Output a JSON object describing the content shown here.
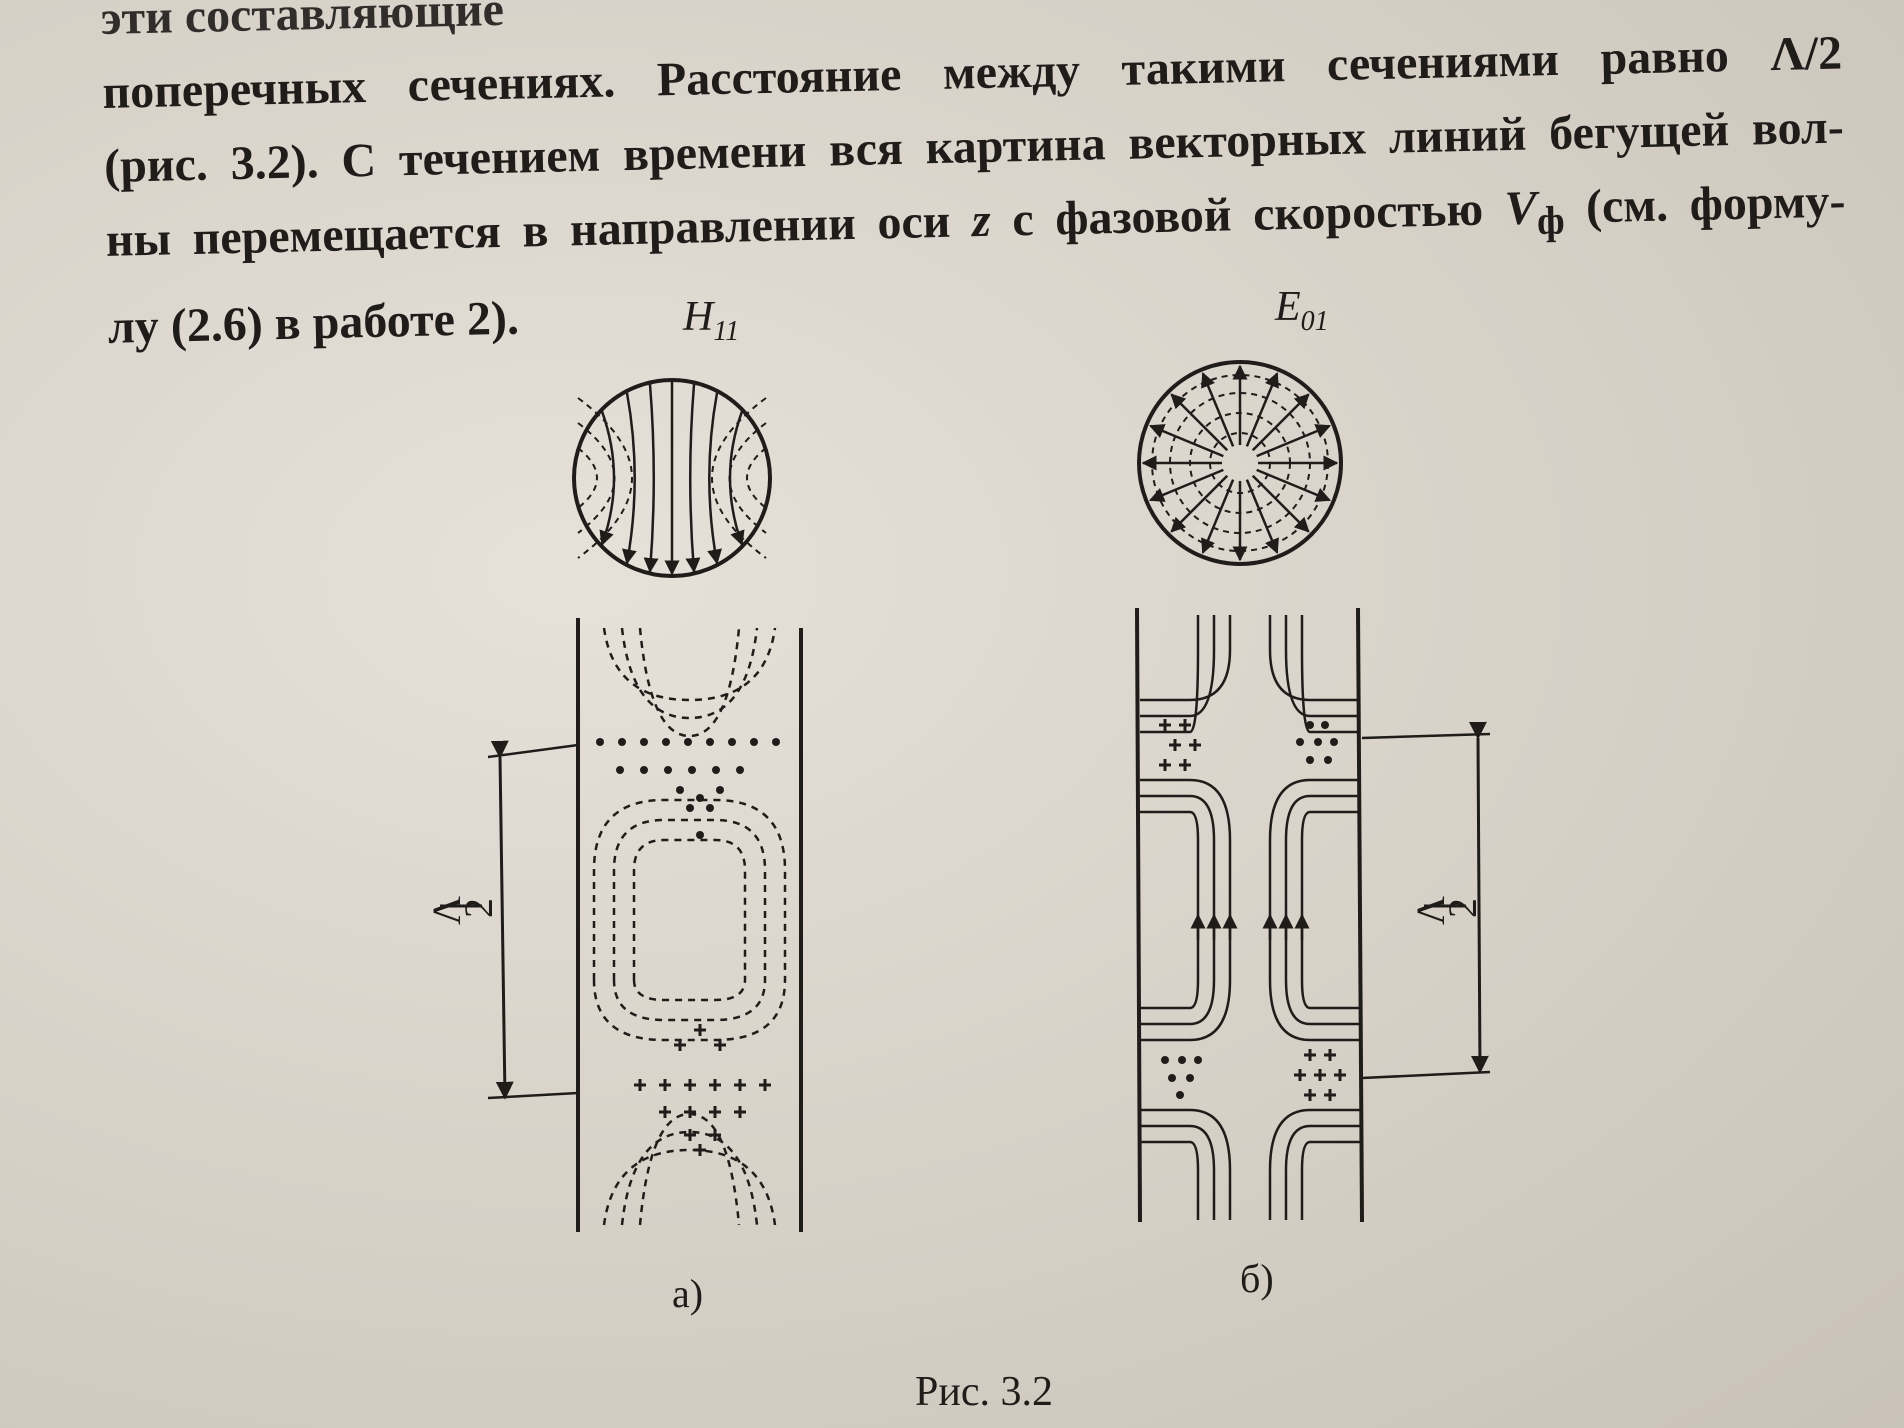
{
  "text": {
    "line0": "эти составляющие",
    "line1": "поперечных сечениях. Расстояние между такими сечениями равно Λ/2",
    "line2": "(рис. 3.2). С течением времени вся картина векторных линий бегущей вол-",
    "line3_a": "ны перемещается в направлении оси ",
    "line3_z": "z",
    "line3_b": " с фазовой скоростью ",
    "line3_v": "V",
    "line3_sub": "ф",
    "line3_c": " (см. форму-",
    "line4": "лу (2.6) в работе 2)."
  },
  "figure": {
    "mode_a": "H",
    "mode_a_sub": "11",
    "mode_b": "E",
    "mode_b_sub": "01",
    "dim_label_num": "Λ",
    "dim_label_den": "2",
    "sub_a": "а)",
    "sub_b": "б)",
    "caption": "Рис. 3.2"
  }
}
